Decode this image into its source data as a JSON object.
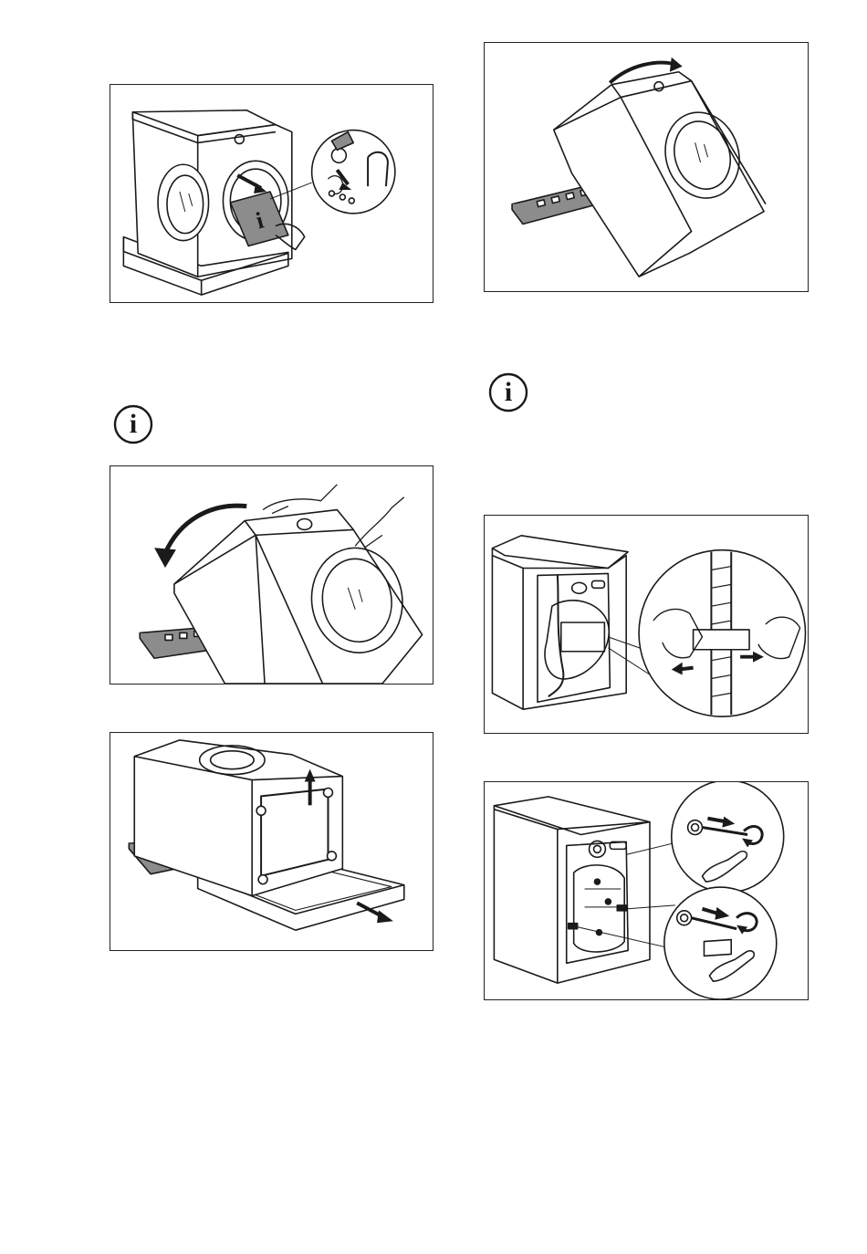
{
  "page": {
    "background": "#ffffff",
    "line_color": "#1a1a1a",
    "tray_color": "#8c8c8c"
  },
  "notes": [
    {
      "icon": "info-icon",
      "glyph": "i"
    },
    {
      "icon": "info-icon",
      "glyph": "i"
    }
  ],
  "figures": [
    {
      "name": "figure-remove-accessory-bag",
      "bag_letter": "i"
    },
    {
      "name": "figure-tilt-machine-left"
    },
    {
      "name": "figure-remove-base-packaging"
    },
    {
      "name": "figure-tilt-machine-right"
    },
    {
      "name": "figure-release-hose-clamp"
    },
    {
      "name": "figure-remove-transit-bolts"
    }
  ]
}
